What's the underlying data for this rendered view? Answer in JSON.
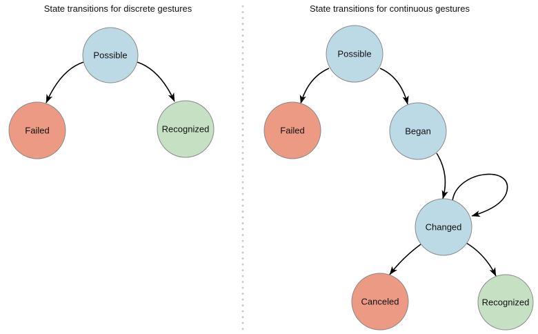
{
  "diagram": {
    "left_panel": {
      "title": "State transitions for discrete gestures",
      "nodes": {
        "possible": {
          "label": "Possible",
          "color_role": "intermediate"
        },
        "failed": {
          "label": "Failed",
          "color_role": "failure"
        },
        "recognized": {
          "label": "Recognized",
          "color_role": "success"
        }
      },
      "edges": [
        {
          "from": "Possible",
          "to": "Failed"
        },
        {
          "from": "Possible",
          "to": "Recognized"
        }
      ]
    },
    "right_panel": {
      "title": "State transitions for continuous gestures",
      "nodes": {
        "possible": {
          "label": "Possible",
          "color_role": "intermediate"
        },
        "failed": {
          "label": "Failed",
          "color_role": "failure"
        },
        "began": {
          "label": "Began",
          "color_role": "intermediate"
        },
        "changed": {
          "label": "Changed",
          "color_role": "intermediate"
        },
        "canceled": {
          "label": "Canceled",
          "color_role": "failure"
        },
        "recognized": {
          "label": "Recognized",
          "color_role": "success"
        }
      },
      "edges": [
        {
          "from": "Possible",
          "to": "Failed"
        },
        {
          "from": "Possible",
          "to": "Began"
        },
        {
          "from": "Began",
          "to": "Changed"
        },
        {
          "from": "Changed",
          "to": "Changed"
        },
        {
          "from": "Changed",
          "to": "Canceled"
        },
        {
          "from": "Changed",
          "to": "Recognized"
        }
      ]
    },
    "colors": {
      "node_blue": "#BBDAE6",
      "node_red": "#ED9A84",
      "node_green": "#C5E0C3",
      "node_border": "#8A8A8A",
      "arrow": "#000000",
      "divider": "#C8C8C8",
      "text": "#111111"
    }
  }
}
